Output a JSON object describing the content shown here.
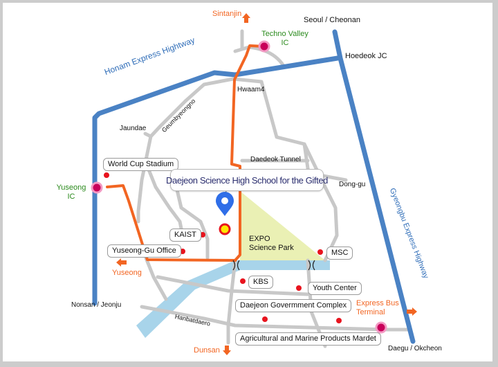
{
  "map": {
    "title": "Daejeon Science High School for the Gifted",
    "colors": {
      "highway": "#4a82c4",
      "route": "#f26522",
      "road": "#c8c8c8",
      "river": "#a8d4ea",
      "park": "#eaf0b4",
      "ic_marker": "#c8005a",
      "poi_dot": "#e8141e",
      "school_pin": "#2f6ee8"
    },
    "highways": {
      "honam": "Honam Express Hightway",
      "gyeongbu": "Gyeongbu Express Highway"
    },
    "directions": {
      "sintanjin": "Sintanjin",
      "yuseong": "Yuseong",
      "dunsan": "Dunsan",
      "express_bus_terminal": "Express Bus Terminal"
    },
    "destinations": {
      "seoul_cheonan": "Seoul / Cheonan",
      "nonsan_jeonju": "Nonsan / Jeonju",
      "daegu_okcheon": "Daegu / Okcheon"
    },
    "interchanges": {
      "techno_valley_ic": "Techno Valley IC",
      "yuseong_ic": "Yuseong IC",
      "hoedeok_jc": "Hoedeok JC"
    },
    "places": {
      "hwaam4": "Hwaam4",
      "jaundae": "Jaundae",
      "geumbyeongno": "Geumbyeongno",
      "daedeok_tunnel": "Daedeok Tunnel",
      "dong_gu": "Dong-gu",
      "expo_park": "EXPO Science Park",
      "hanbatdaero": "Hanbatdaero"
    },
    "pois": {
      "world_cup_stadium": "World Cup Stadium",
      "kaist": "KAIST",
      "yuseong_gu_office": "Yuseong-Gu Office",
      "msc": "MSC",
      "kbs": "KBS",
      "youth_center": "Youth Center",
      "government_complex": "Daejeon Govermment Complex",
      "agricultural_market": "Agricultural and Marine Products Mardet"
    }
  }
}
